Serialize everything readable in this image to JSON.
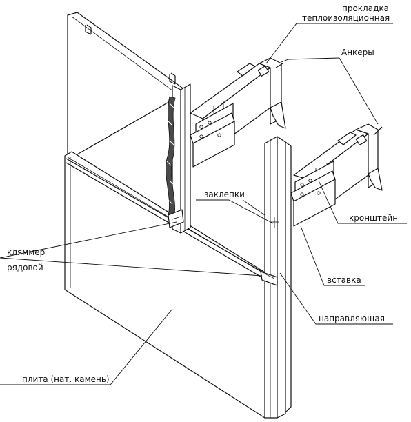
{
  "labels": {
    "prokladka_line1": "прокладка",
    "prokladka_line2": "теплоизоляционная",
    "ankery": "Анкеры",
    "zaklepki": "заклепки",
    "kronshtein": "кронштейн",
    "klyammer_line1": "кляммер",
    "klyammer_line2": "рядовой",
    "vstavka": "вставка",
    "napravlyayushchaya": "направляющая",
    "plita": "плита (нат. камень)"
  },
  "colors": {
    "line": "#111111",
    "background": "#ffffff",
    "insulation": "#4a4a4a"
  }
}
